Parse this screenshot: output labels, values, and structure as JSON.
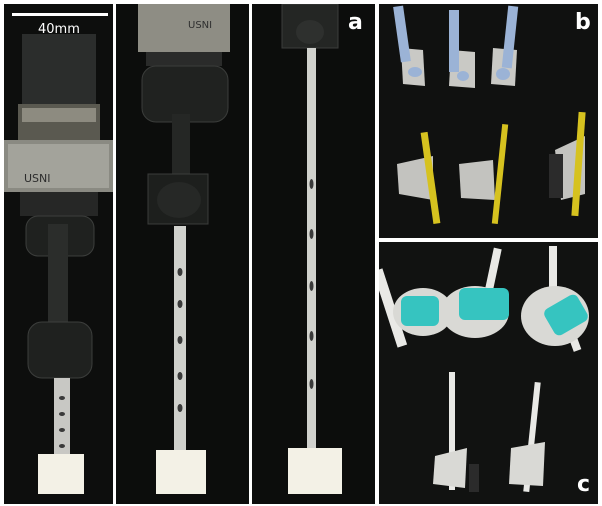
{
  "scale_bar": {
    "label": "40mm"
  },
  "panels": {
    "a": "a",
    "b": "b",
    "c": "c"
  },
  "colors": {
    "background_dark": "#0e0f0e",
    "blue_specimen": "#9bb3d6",
    "yellow_specimen": "#d6c21f",
    "teal_specimen": "#36c4c0",
    "white_specimen": "#e9e9e6",
    "gray_mount": "#a7a6a3"
  }
}
